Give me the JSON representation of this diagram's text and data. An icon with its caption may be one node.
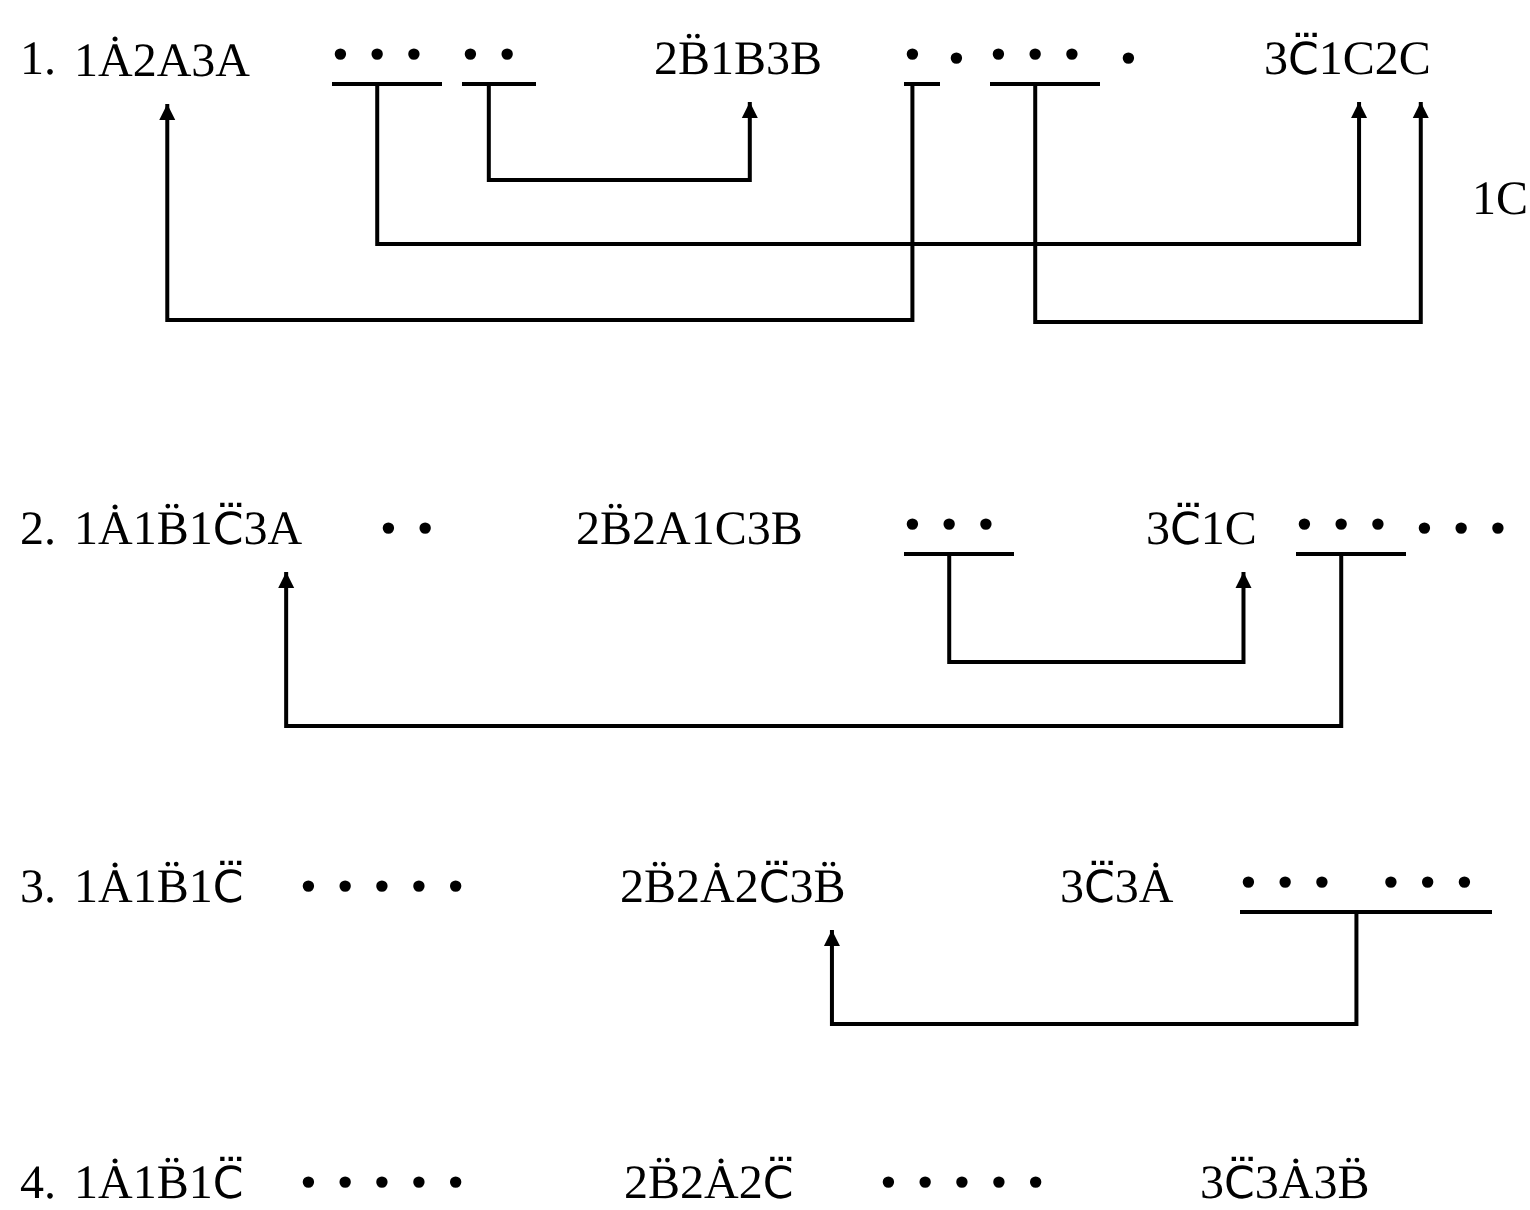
{
  "diagram": {
    "nodes": [
      {
        "text": [
          "1Ȧ2A3A"
        ]
      },
      {
        "text": [
          "•••"
        ]
      },
      {
        "text": [
          "••"
        ]
      },
      {
        "text": [
          "2B̈1B3B"
        ]
      },
      {
        "text": [
          "•"
        ]
      },
      {
        "text": [
          "•••"
        ]
      },
      {
        "text": [
          "3C⃛1C2C"
        ]
      },
      {
        "text": [
          "1Ȧ1B̈1C⃛3A"
        ]
      },
      {
        "text": [
          "•••"
        ]
      },
      {
        "text": [
          "3C⃛1C"
        ]
      },
      {
        "text": [
          "•••"
        ]
      },
      {
        "text": [
          "2B̈2Ȧ2C⃛3B̈"
        ]
      },
      {
        "text": [
          "••• •••"
        ]
      }
    ],
    "edges": [
      {
        "from": 1,
        "to": 6,
        "arrow": "to"
      },
      {
        "from": 2,
        "to": 3,
        "arrow": "to"
      },
      {
        "from": 4,
        "to": 0,
        "arrow": "to"
      },
      {
        "from": 5,
        "to": 6,
        "arrow": "to"
      },
      {
        "from": 8,
        "to": 9,
        "arrow": "to"
      },
      {
        "from": 10,
        "to": 7,
        "arrow": "to"
      },
      {
        "from": 12,
        "to": 11,
        "arrow": "to"
      }
    ],
    "labels": [
      "1.",
      "•",
      "•",
      "1C",
      "2.",
      "••",
      "2B̈2A1C3B",
      "•••",
      "3.",
      "1Ȧ1B̈1C⃛",
      "•••••",
      "3C⃛3Ȧ",
      "4.",
      "1Ȧ1B̈1C⃛",
      "•••••",
      "2B̈2Ȧ2C⃛",
      "•••••",
      "3C⃛3Ȧ3B̈"
    ]
  }
}
